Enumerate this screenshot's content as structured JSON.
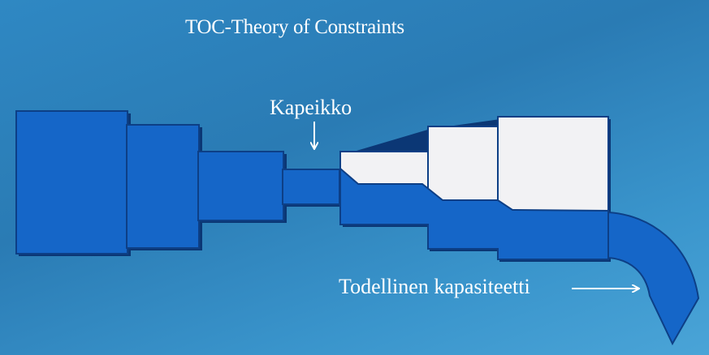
{
  "slide": {
    "title": "TOC-Theory of Constraints"
  },
  "labels": {
    "bottleneck": "Kapeikko",
    "actual_capacity": "Todellinen kapasiteetti"
  },
  "colors": {
    "pipe_fill": "#1566c8",
    "pipe_stroke": "#0d3f86",
    "pipe_shadow": "#0b3775",
    "excess_capacity_fill": "#f2f2f4",
    "background": "#2f88c3",
    "text": "#ffffff"
  }
}
